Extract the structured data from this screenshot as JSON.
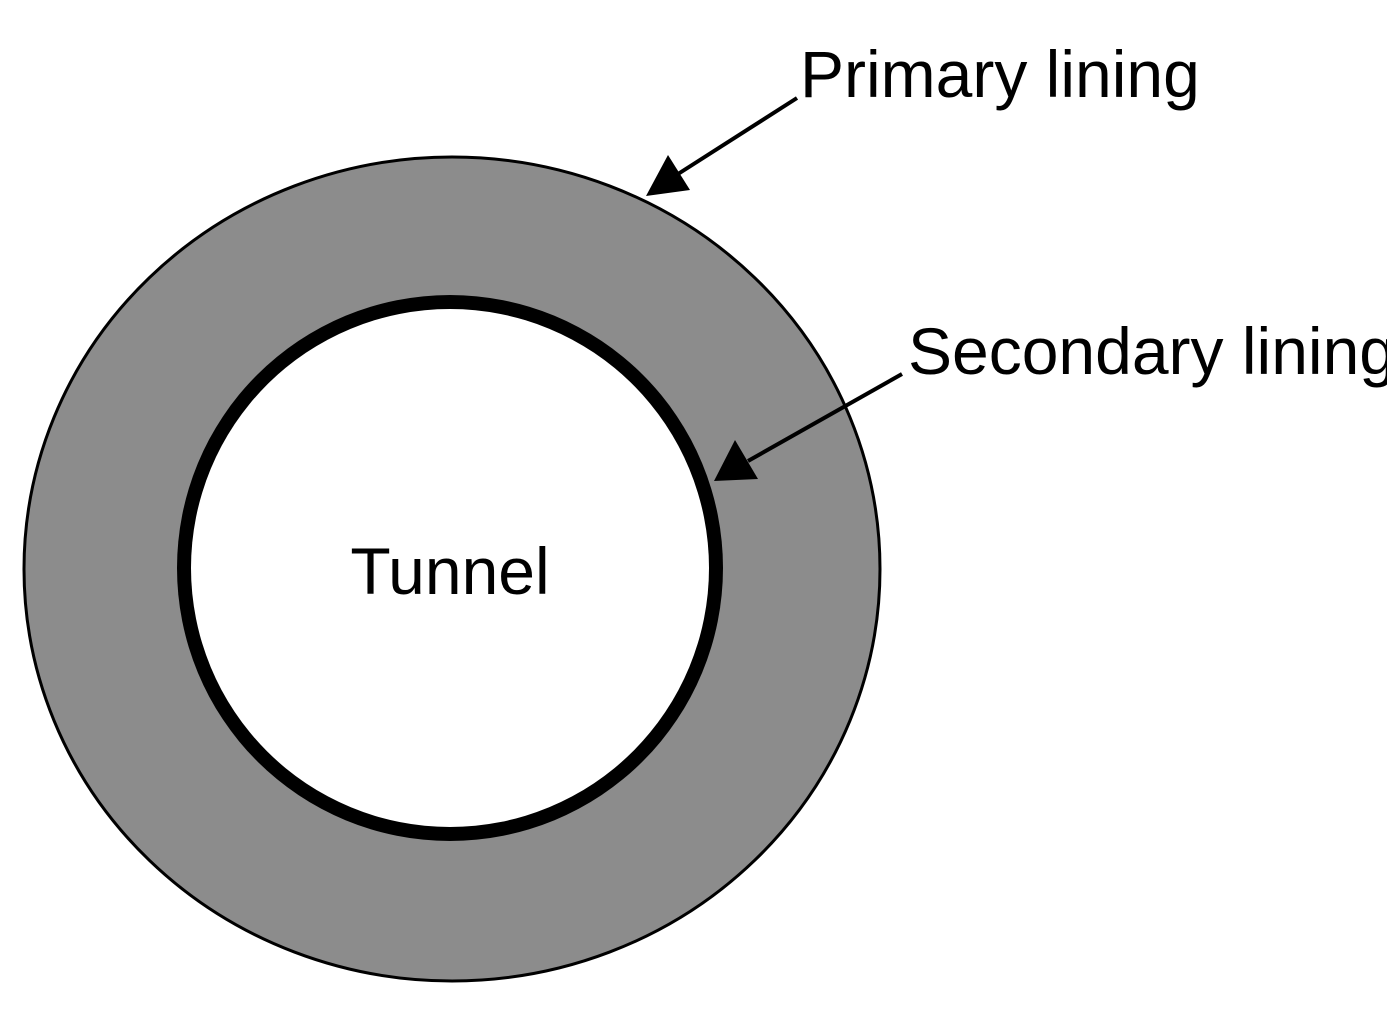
{
  "labels": {
    "primary": "Primary lining",
    "secondary": "Secondary lining",
    "center": "Tunnel"
  },
  "colors": {
    "background": "#ffffff",
    "primary_lining_fill": "#8c8c8c",
    "secondary_lining": "#000000",
    "tunnel_interior": "#ffffff",
    "outline": "#000000",
    "text": "#000000"
  }
}
